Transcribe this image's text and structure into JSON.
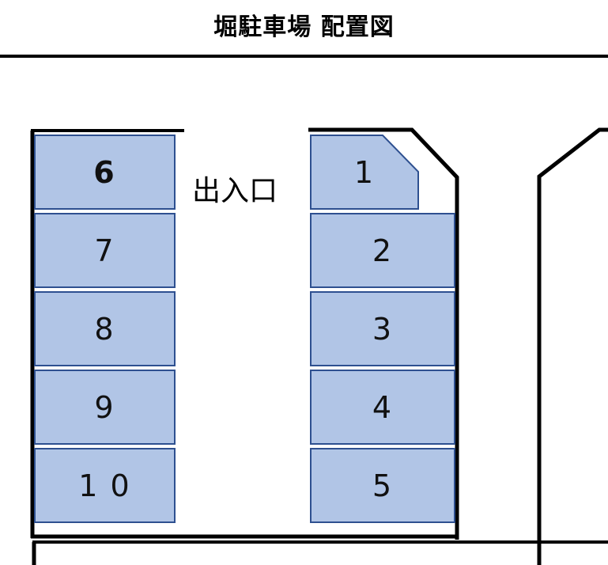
{
  "header": {
    "title": "堀駐車場 配置図"
  },
  "diagram": {
    "entrance_label": "出入口",
    "colors": {
      "stall_fill": "#b1c5e6",
      "stall_border": "#2e5090",
      "boundary_line": "#000000",
      "background": "#ffffff"
    },
    "left_column": {
      "name": "left-stall-column",
      "stalls": [
        {
          "label": "6",
          "emphasis": "bold"
        },
        {
          "label": "7",
          "emphasis": "normal"
        },
        {
          "label": "8",
          "emphasis": "normal"
        },
        {
          "label": "9",
          "emphasis": "normal"
        },
        {
          "label": "1 0",
          "emphasis": "normal"
        }
      ]
    },
    "right_column": {
      "name": "right-stall-column",
      "stalls": [
        {
          "label": "1",
          "emphasis": "normal",
          "shape": "chamfered"
        },
        {
          "label": "2",
          "emphasis": "normal",
          "shape": "rect"
        },
        {
          "label": "3",
          "emphasis": "normal",
          "shape": "rect"
        },
        {
          "label": "4",
          "emphasis": "normal",
          "shape": "rect"
        },
        {
          "label": "5",
          "emphasis": "normal",
          "shape": "rect"
        }
      ]
    }
  }
}
